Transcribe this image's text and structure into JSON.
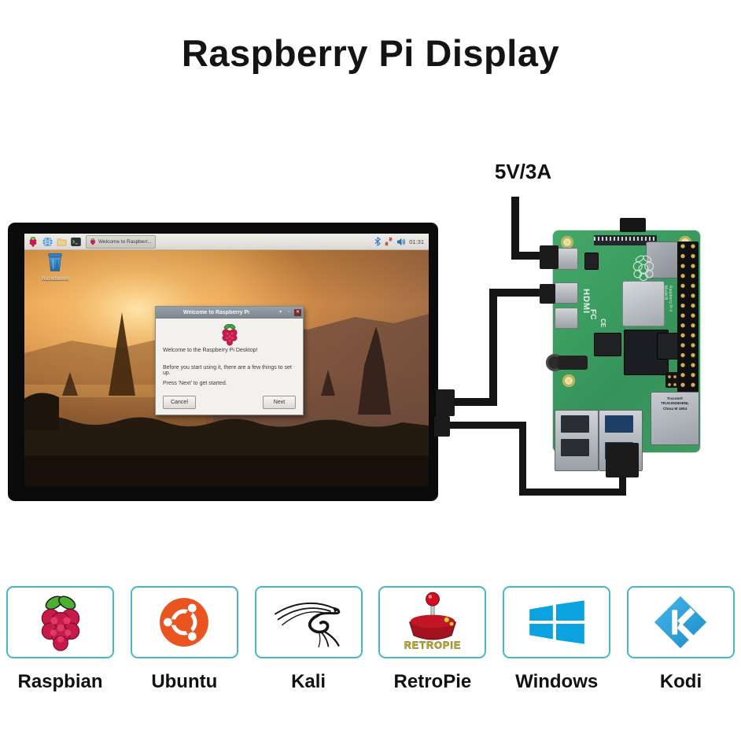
{
  "page": {
    "title": "Raspberry Pi Display"
  },
  "power": {
    "label": "5V/3A"
  },
  "monitor": {
    "taskbar": {
      "task_button": "Welcome to Raspberr...",
      "time": "01:31"
    },
    "desktop": {
      "trash_label": "Wastebasket"
    },
    "dialog": {
      "title": "Welcome to Raspberry Pi",
      "controls": {
        "shade": "▾",
        "maximize": "▫",
        "close": "✕"
      },
      "line1": "Welcome to the Raspberry Pi Desktop!",
      "line2": "Before you start using it, there are a few things to set up.",
      "line3": "Press 'Next' to get started.",
      "cancel_label": "Cancel",
      "next_label": "Next"
    }
  },
  "board": {
    "silkscreen": {
      "hdmi": "HDMI",
      "fcc": "FC",
      "ce": "CE",
      "model": "Raspberry Pi 4 Model B"
    },
    "ethernet": {
      "line1": "Trxcom®",
      "line2": "TRJG0926HENL",
      "line3": "China M 1804"
    }
  },
  "os_list": [
    {
      "name": "Raspbian"
    },
    {
      "name": "Ubuntu"
    },
    {
      "name": "Kali"
    },
    {
      "name": "RetroPie",
      "logo_text": "RETROPIE"
    },
    {
      "name": "Windows"
    },
    {
      "name": "Kodi"
    }
  ],
  "colors": {
    "accent_border": "#45b8cc",
    "windows_blue": "#0aa3e0",
    "ubuntu_orange": "#e95420",
    "raspberry_red": "#c51a4a",
    "kodi_blue": "#2fa7dc"
  }
}
